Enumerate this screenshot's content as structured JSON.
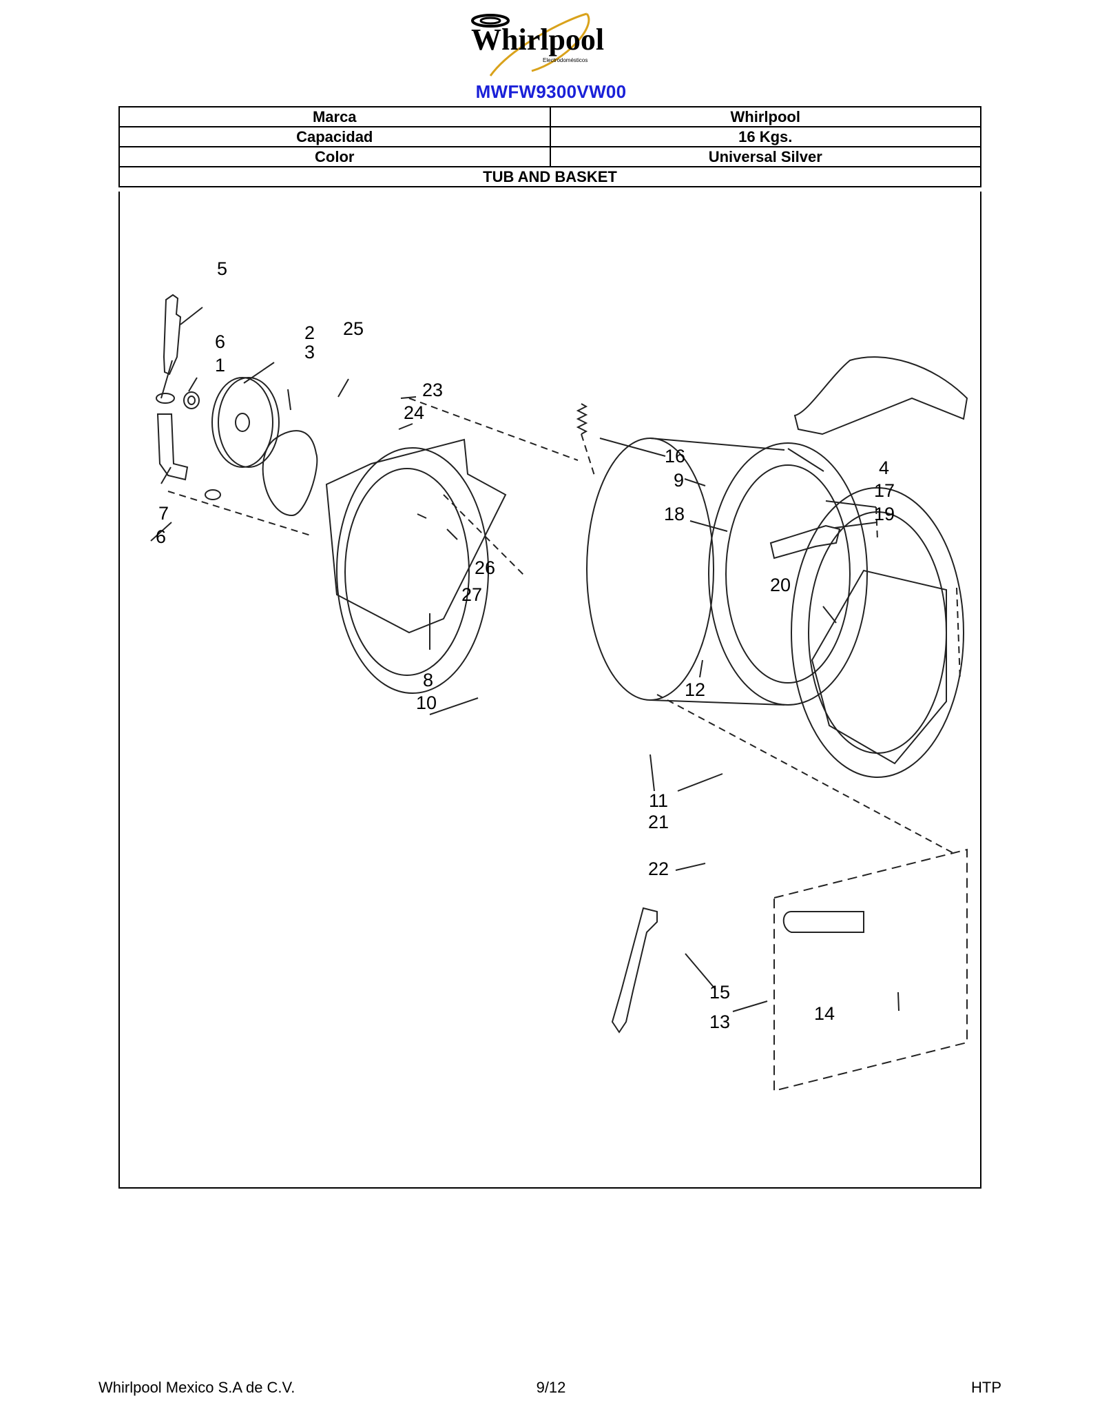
{
  "header": {
    "brand_logo_text": "Whirlpool",
    "brand_logo_subtext": "Electrodomésticos",
    "model": "MWFW9300VW00"
  },
  "spec_table": {
    "rows": [
      {
        "label": "Marca",
        "value": "Whirlpool"
      },
      {
        "label": "Capacidad",
        "value": "16 Kgs."
      },
      {
        "label": "Color",
        "value": "Universal Silver"
      }
    ],
    "section_title": "TUB AND BASKET"
  },
  "diagram": {
    "callouts": [
      "5",
      "6",
      "1",
      "2",
      "3",
      "25",
      "23",
      "24",
      "16",
      "9",
      "18",
      "4",
      "17",
      "19",
      "7",
      "6",
      "26",
      "27",
      "20",
      "8",
      "10",
      "12",
      "11",
      "21",
      "22",
      "15",
      "13",
      "14"
    ]
  },
  "footer": {
    "company": "Whirlpool Mexico S.A de C.V.",
    "page": "9/12",
    "code": "HTP"
  },
  "colors": {
    "model_title": "#1a20d8",
    "logo_swoosh": "#d9a21b"
  }
}
